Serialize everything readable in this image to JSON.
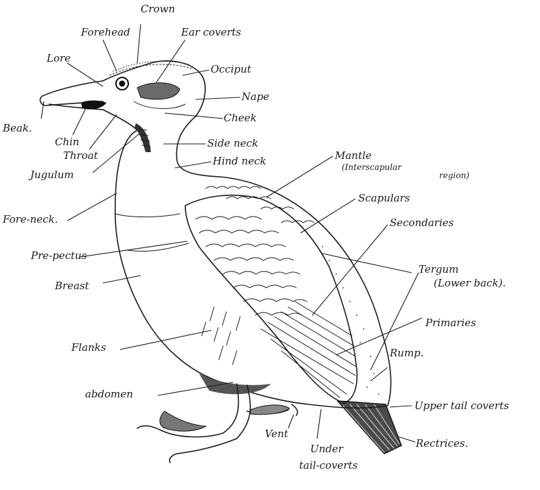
{
  "labels": {
    "crown": "Crown",
    "forehead": "Forehead",
    "ear_coverts": "Ear coverts",
    "lore": "Lore",
    "occiput": "Occiput",
    "nape": "Nape",
    "beak": "Beak.",
    "cheek": "Cheek",
    "chin": "Chin",
    "throat": "Throat",
    "side_neck": "Side neck",
    "jugulum": "Jugulum",
    "hind_neck": "Hind neck",
    "mantle": "Mantle",
    "mantle_note_1": "(Interscapular",
    "mantle_note_2": "region)",
    "scapulars": "Scapulars",
    "fore_neck": "Fore-neck.",
    "secondaries": "Secondaries",
    "pre_pectus": "Pre-pectus",
    "tergum": "Tergum",
    "tergum_note": "(Lower back).",
    "breast": "Breast",
    "primaries": "Primaries",
    "flanks": "Flanks",
    "rump": "Rump.",
    "abdomen": "abdomen",
    "upper_tail_coverts": "Upper tail coverts",
    "vent": "Vent",
    "rectrices": "Rectrices.",
    "under": "Under",
    "tail_coverts": "tail-coverts"
  }
}
